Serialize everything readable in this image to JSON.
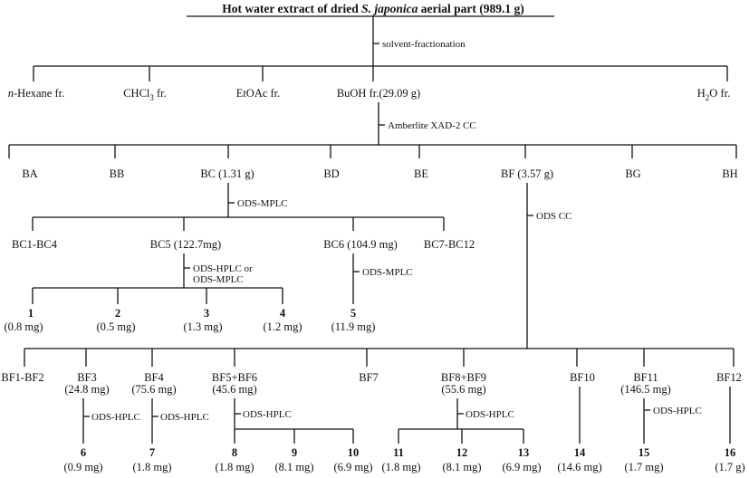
{
  "title": {
    "prefix": "Hot water extract of dried ",
    "species": "S. japonica",
    "suffix": " aerial part (989.1 g)"
  },
  "level1": {
    "method": "solvent-fractionation",
    "hexane_italic": "n",
    "hexane_rest": "-Hexane fr.",
    "chcl3_a": "CHCl",
    "chcl3_sub": "3",
    "chcl3_b": " fr.",
    "etoac": "EtOAc fr.",
    "buoh": "BuOH  fr.(29.09 g)",
    "h2o_a": "H",
    "h2o_sub": "2",
    "h2o_b": "O fr."
  },
  "level2": {
    "method": "Amberlite XAD-2 CC",
    "fractions": [
      "BA",
      "BB",
      "BC (1.31 g)",
      "BD",
      "BE",
      "BF (3.57 g)",
      "BG",
      "BH"
    ]
  },
  "bc_branch": {
    "method": "ODS-MPLC",
    "fractions": [
      "BC1-BC4",
      "BC5 (122.7mg)",
      "BC6 (104.9 mg)",
      "BC7-BC12"
    ],
    "bc5_method_line1": "ODS-HPLC or",
    "bc5_method_line2": "ODS-MPLC",
    "bc6_method": "ODS-MPLC",
    "compounds": [
      {
        "num": "1",
        "mass": "(0.8 mg)"
      },
      {
        "num": "2",
        "mass": "(0.5 mg)"
      },
      {
        "num": "3",
        "mass": "(1.3 mg)"
      },
      {
        "num": "4",
        "mass": "(1.2 mg)"
      },
      {
        "num": "5",
        "mass": "(11.9 mg)"
      }
    ]
  },
  "bf_branch": {
    "method": "ODS CC",
    "fractions": [
      {
        "name": "BF1-BF2",
        "mass": ""
      },
      {
        "name": "BF3",
        "mass": "(24.8 mg)"
      },
      {
        "name": "BF4",
        "mass": "(75.6 mg)"
      },
      {
        "name": "BF5+BF6",
        "mass": "(45.6 mg)"
      },
      {
        "name": "BF7",
        "mass": ""
      },
      {
        "name": "BF8+BF9",
        "mass": "(55.6 mg)"
      },
      {
        "name": "BF10",
        "mass": ""
      },
      {
        "name": "BF11",
        "mass": "(146.5 mg)"
      },
      {
        "name": "BF12",
        "mass": ""
      }
    ],
    "sub_method": "ODS-HPLC",
    "compounds": [
      {
        "num": "6",
        "mass": "(0.9 mg)"
      },
      {
        "num": "7",
        "mass": "(1.8 mg)"
      },
      {
        "num": "8",
        "mass": "(1.8 mg)"
      },
      {
        "num": "9",
        "mass": "(8.1 mg)"
      },
      {
        "num": "10",
        "mass": "(6.9 mg)"
      },
      {
        "num": "11",
        "mass": "(1.8 mg)"
      },
      {
        "num": "12",
        "mass": "(8.1 mg)"
      },
      {
        "num": "13",
        "mass": "(6.9 mg)"
      },
      {
        "num": "14",
        "mass": "(14.6 mg)"
      },
      {
        "num": "15",
        "mass": "(1.7 mg)"
      },
      {
        "num": "16",
        "mass": "(1.7 g)"
      }
    ]
  }
}
